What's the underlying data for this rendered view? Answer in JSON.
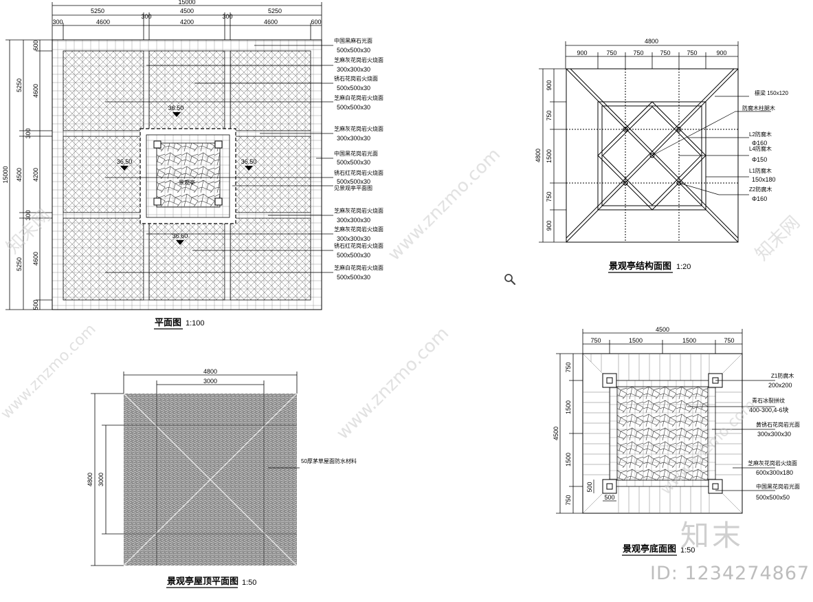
{
  "plan": {
    "title": "平面图",
    "scale": "1:100",
    "top_total": "15000",
    "top_dims": [
      "5250",
      "300",
      "4500",
      "300",
      "5250"
    ],
    "top_sub": [
      "300",
      "4600",
      "4200",
      "4600",
      "600"
    ],
    "left_total": "15000",
    "left_dims": [
      "5250",
      "4500",
      "5250"
    ],
    "left_sub": [
      "600",
      "4600",
      "300",
      "4200",
      "300",
      "4600",
      "500"
    ],
    "levels": [
      "36.50",
      "36.50",
      "36.50",
      "36.60"
    ],
    "notes": [
      {
        "name": "中国黑麻石光面",
        "size": "500x500x30"
      },
      {
        "name": "芝麻灰花岗岩火烧面",
        "size": "300x300x30"
      },
      {
        "name": "锈石花岗岩火烧面",
        "size": "500x500x30"
      },
      {
        "name": "芝麻白花岗岩火烧面",
        "size": "500x500x30"
      },
      {
        "name": "芝麻灰花岗岩火烧面",
        "size": "300x300x30"
      },
      {
        "name": "中国黑花岗岩光面",
        "size": "500x500x30"
      },
      {
        "name": "锈石红花岗岩火烧面",
        "size": "500x500x30"
      },
      {
        "name": "芝麻灰花岗岩火烧面",
        "size": "300x300x30"
      },
      {
        "name": "芝麻灰花岗岩火烧面",
        "size": "300x300x30"
      },
      {
        "name": "锈石红花岗岩火烧面",
        "size": "500x500x30"
      },
      {
        "name": "芝麻白花岗岩火烧面",
        "size": "500x500x30"
      }
    ],
    "extra_label": "见景观亭平面图",
    "center_text": "景观亭"
  },
  "structure": {
    "title": "景观亭结构面图",
    "scale": "1:20",
    "top_total": "4800",
    "top_dims": [
      "900",
      "750",
      "750",
      "750",
      "750",
      "900"
    ],
    "left_total": "4800",
    "left_dims": [
      "900",
      "750",
      "1500",
      "750",
      "900"
    ],
    "notes": [
      {
        "text": "檩梁 150x120"
      },
      {
        "text": "防腐木柱腿木"
      },
      {
        "text": "L2防腐木"
      },
      {
        "text": "Φ160"
      },
      {
        "text": "L4防腐木"
      },
      {
        "text": "Φ150"
      },
      {
        "text": "L1防腐木"
      },
      {
        "text": "150x180"
      },
      {
        "text": "Z2防腐木"
      },
      {
        "text": "Φ160"
      }
    ]
  },
  "roof": {
    "title": "景观亭屋顶平面图",
    "scale": "1:50",
    "top_total": "4800",
    "top_sub": "3000",
    "left_total": "4800",
    "left_sub": "3000",
    "note": "50厚茅草屋面防水材料"
  },
  "base": {
    "title": "景观亭底面图",
    "scale": "1:50",
    "top_total": "4500",
    "top_dims": [
      "750",
      "1500",
      "1500",
      "750"
    ],
    "left_total": "4500",
    "left_dims": [
      "750",
      "1500",
      "1500",
      "750"
    ],
    "small_dims": [
      "500",
      "500"
    ],
    "notes": [
      {
        "name": "Z1防腐木",
        "size": "200x200"
      },
      {
        "name": "青石冰裂拼纹",
        "size": "400-300,4-6块"
      },
      {
        "name": "黄锈石花岗岩光面",
        "size": "300x300x30"
      },
      {
        "name": "芝麻灰花岗岩火烧面",
        "size": "600x300x180"
      },
      {
        "name": "中国黑花岗岩光面",
        "size": "500x500x50"
      }
    ]
  },
  "watermark": {
    "site": "www.znzmo.com",
    "brand": "知末网",
    "brand_mark": "知末",
    "id": "ID: 1234274867"
  },
  "icons": {
    "magnifier": "magnifier-icon"
  }
}
